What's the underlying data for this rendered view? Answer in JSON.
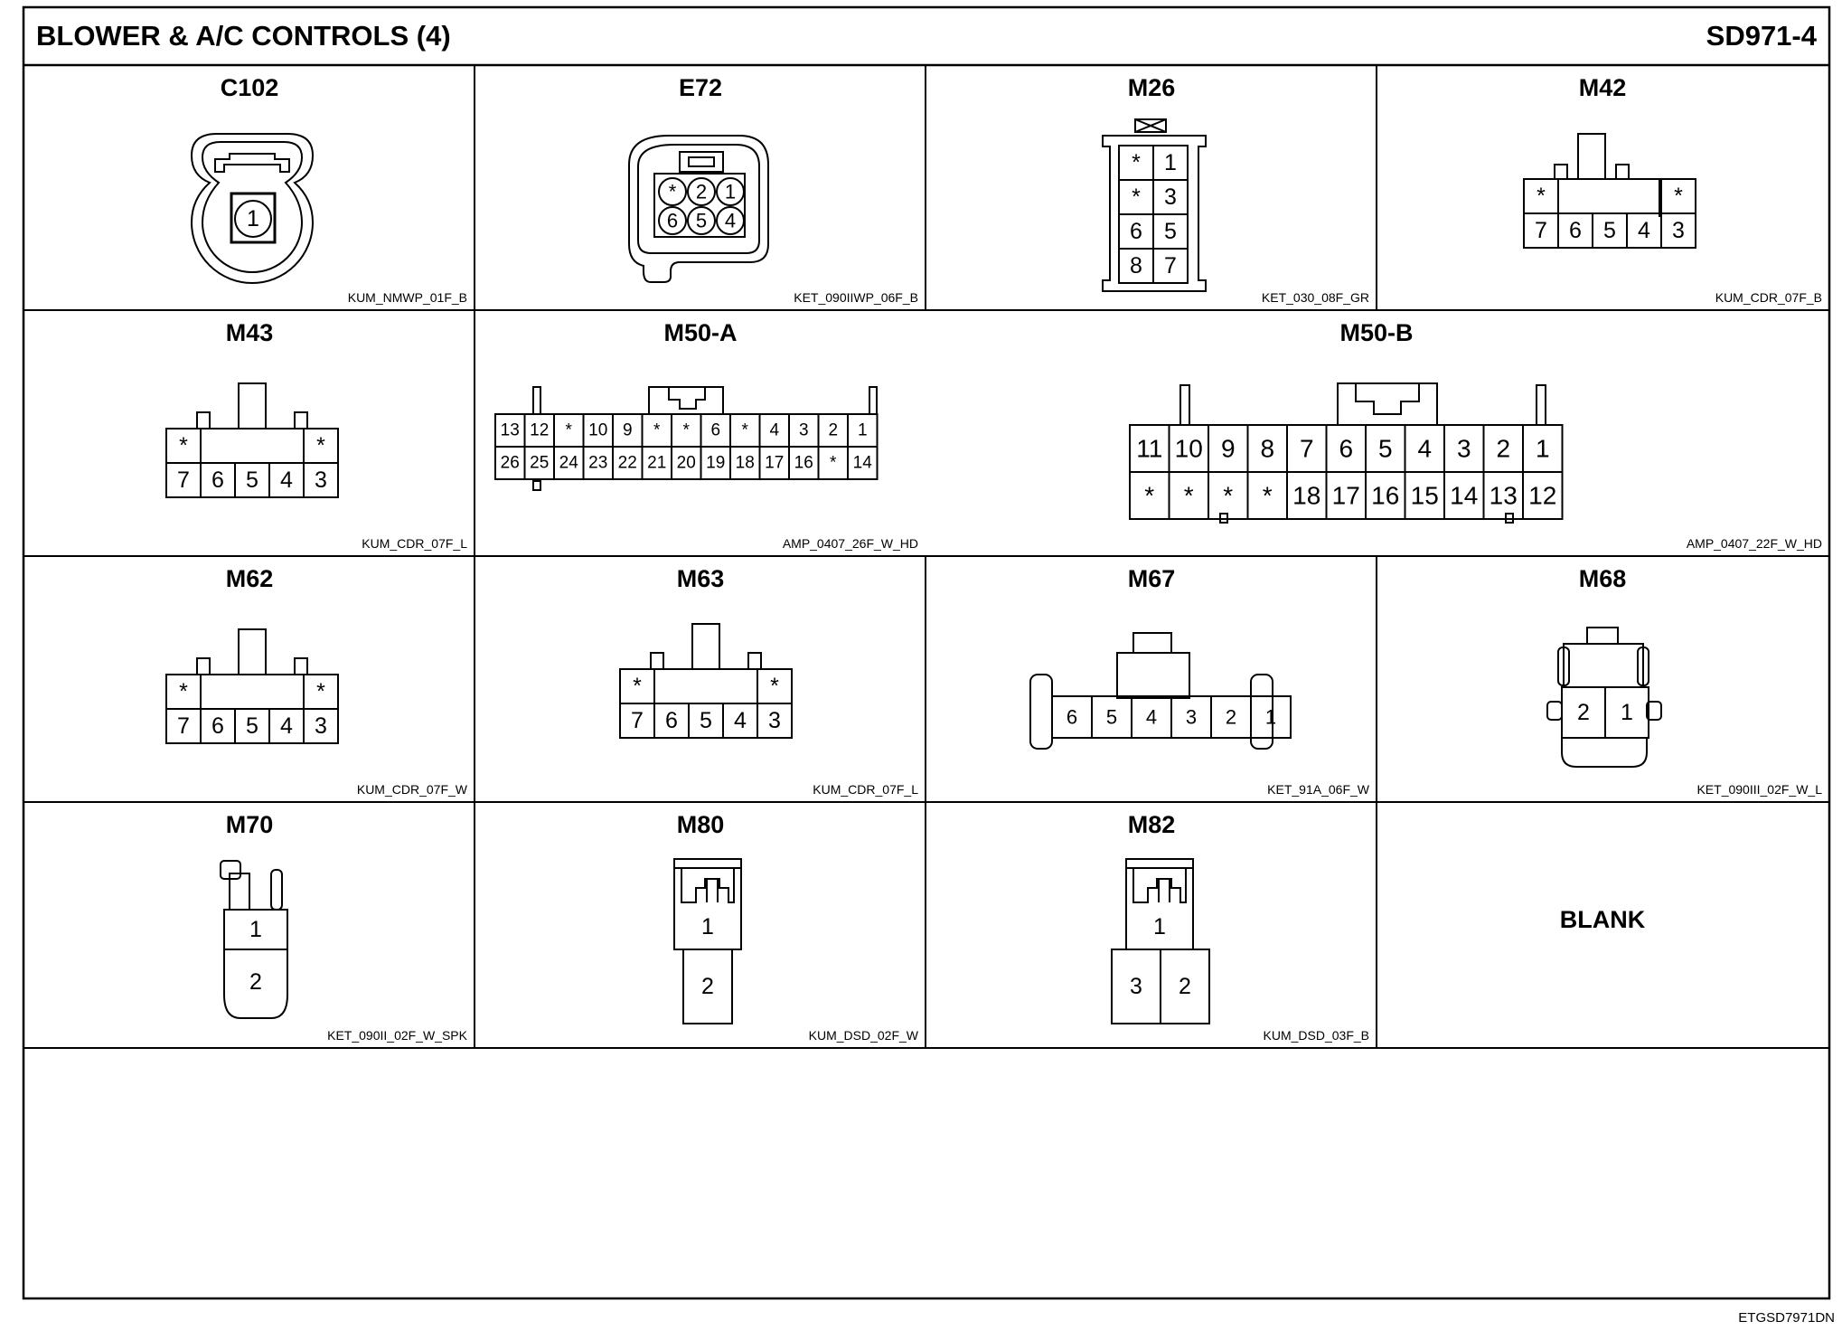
{
  "header": {
    "title": "BLOWER & A/C CONTROLS (4)",
    "code": "SD971-4"
  },
  "footer": {
    "ref": "ETGSD7971DN"
  },
  "connectors": {
    "c102": {
      "title": "C102",
      "code": "KUM_NMWP_01F_B",
      "pins": [
        "1"
      ]
    },
    "e72": {
      "title": "E72",
      "code": "KET_090IIWP_06F_B",
      "pins": [
        "*",
        "2",
        "1",
        "6",
        "5",
        "4"
      ]
    },
    "m26": {
      "title": "M26",
      "code": "KET_030_08F_GR",
      "pins": [
        "*",
        "1",
        "*",
        "3",
        "6",
        "5",
        "8",
        "7"
      ]
    },
    "m42": {
      "title": "M42",
      "code": "KUM_CDR_07F_B",
      "pins": [
        "*",
        "*",
        "7",
        "6",
        "5",
        "4",
        "3"
      ]
    },
    "m43": {
      "title": "M43",
      "code": "KUM_CDR_07F_L",
      "pins": [
        "*",
        "*",
        "7",
        "6",
        "5",
        "4",
        "3"
      ]
    },
    "m50a": {
      "title": "M50-A",
      "code": "AMP_0407_26F_W_HD",
      "top": [
        "13",
        "12",
        "*",
        "10",
        "9",
        "*",
        "*",
        "6",
        "*",
        "4",
        "3",
        "2",
        "1"
      ],
      "bottom": [
        "26",
        "25",
        "24",
        "23",
        "22",
        "21",
        "20",
        "19",
        "18",
        "17",
        "16",
        "*",
        "14"
      ]
    },
    "m50b": {
      "title": "M50-B",
      "code": "AMP_0407_22F_W_HD",
      "top": [
        "11",
        "10",
        "9",
        "8",
        "7",
        "6",
        "5",
        "4",
        "3",
        "2",
        "1"
      ],
      "bottom": [
        "*",
        "*",
        "*",
        "*",
        "18",
        "17",
        "16",
        "15",
        "14",
        "13",
        "12"
      ]
    },
    "m62": {
      "title": "M62",
      "code": "KUM_CDR_07F_W",
      "pins": [
        "*",
        "*",
        "7",
        "6",
        "5",
        "4",
        "3"
      ]
    },
    "m63": {
      "title": "M63",
      "code": "KUM_CDR_07F_L",
      "pins": [
        "*",
        "*",
        "7",
        "6",
        "5",
        "4",
        "3"
      ]
    },
    "m67": {
      "title": "M67",
      "code": "KET_91A_06F_W",
      "pins": [
        "6",
        "5",
        "4",
        "3",
        "2",
        "1"
      ]
    },
    "m68": {
      "title": "M68",
      "code": "KET_090III_02F_W_L",
      "pins": [
        "2",
        "1"
      ]
    },
    "m70": {
      "title": "M70",
      "code": "KET_090II_02F_W_SPK",
      "pins": [
        "1",
        "2"
      ]
    },
    "m80": {
      "title": "M80",
      "code": "KUM_DSD_02F_W",
      "pins": [
        "1",
        "2"
      ]
    },
    "m82": {
      "title": "M82",
      "code": "KUM_DSD_03F_B",
      "pins": [
        "1",
        "3",
        "2"
      ]
    },
    "blank": {
      "title": "BLANK"
    }
  }
}
